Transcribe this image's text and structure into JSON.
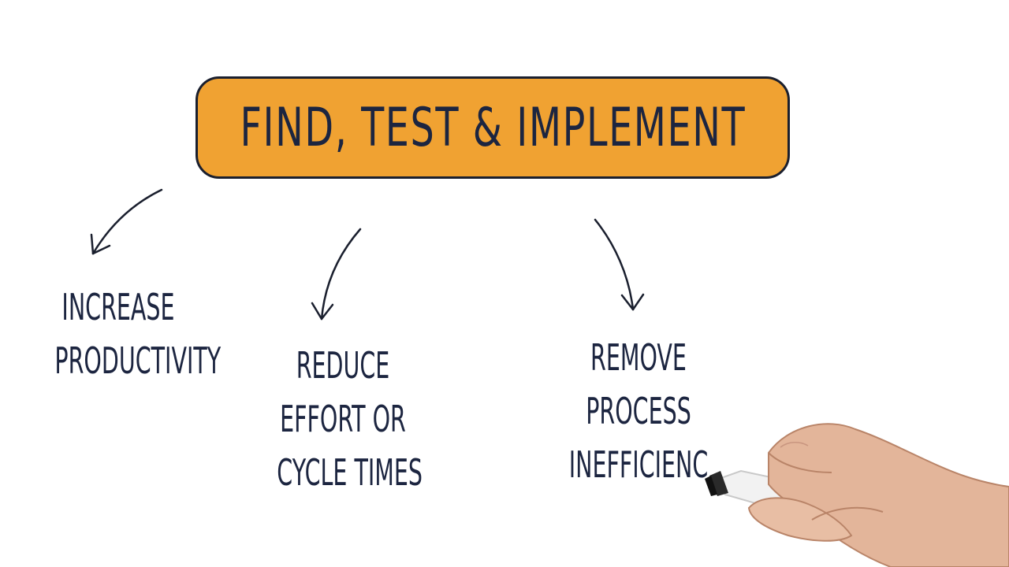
{
  "diagram": {
    "title": "FIND, TEST & IMPLEMENT",
    "branches": [
      {
        "lines": [
          "INCREASE",
          "PRODUCTIVITY"
        ]
      },
      {
        "lines": [
          "REDUCE",
          "EFFORT OR",
          "CYCLE TIMES"
        ]
      },
      {
        "lines": [
          "REMOVE",
          "PROCESS",
          "INEFFICIENC"
        ]
      }
    ]
  },
  "colors": {
    "title_fill": "#f0a232",
    "ink": "#1c2540",
    "background": "#ffffff"
  },
  "icons": [
    "arrow-icon",
    "hand-with-marker-icon"
  ]
}
